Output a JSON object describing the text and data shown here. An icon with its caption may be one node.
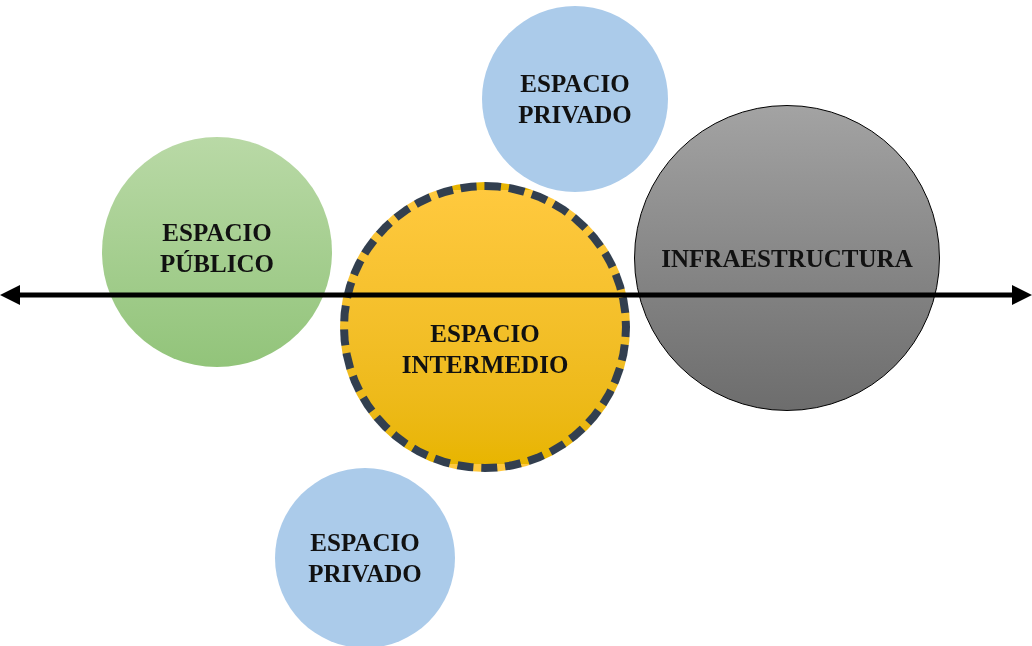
{
  "diagram": {
    "nodes": [
      {
        "text": [
          "ESPACIO PRIVADO"
        ]
      },
      {
        "text": [
          "ESPACIO PÚBLICO"
        ]
      },
      {
        "text": [
          "INFRAESTRUCTURA"
        ]
      },
      {
        "text": [
          "ESPACIO INTERMEDIO"
        ]
      },
      {
        "text": [
          "ESPACIO PRIVADO"
        ]
      }
    ]
  }
}
